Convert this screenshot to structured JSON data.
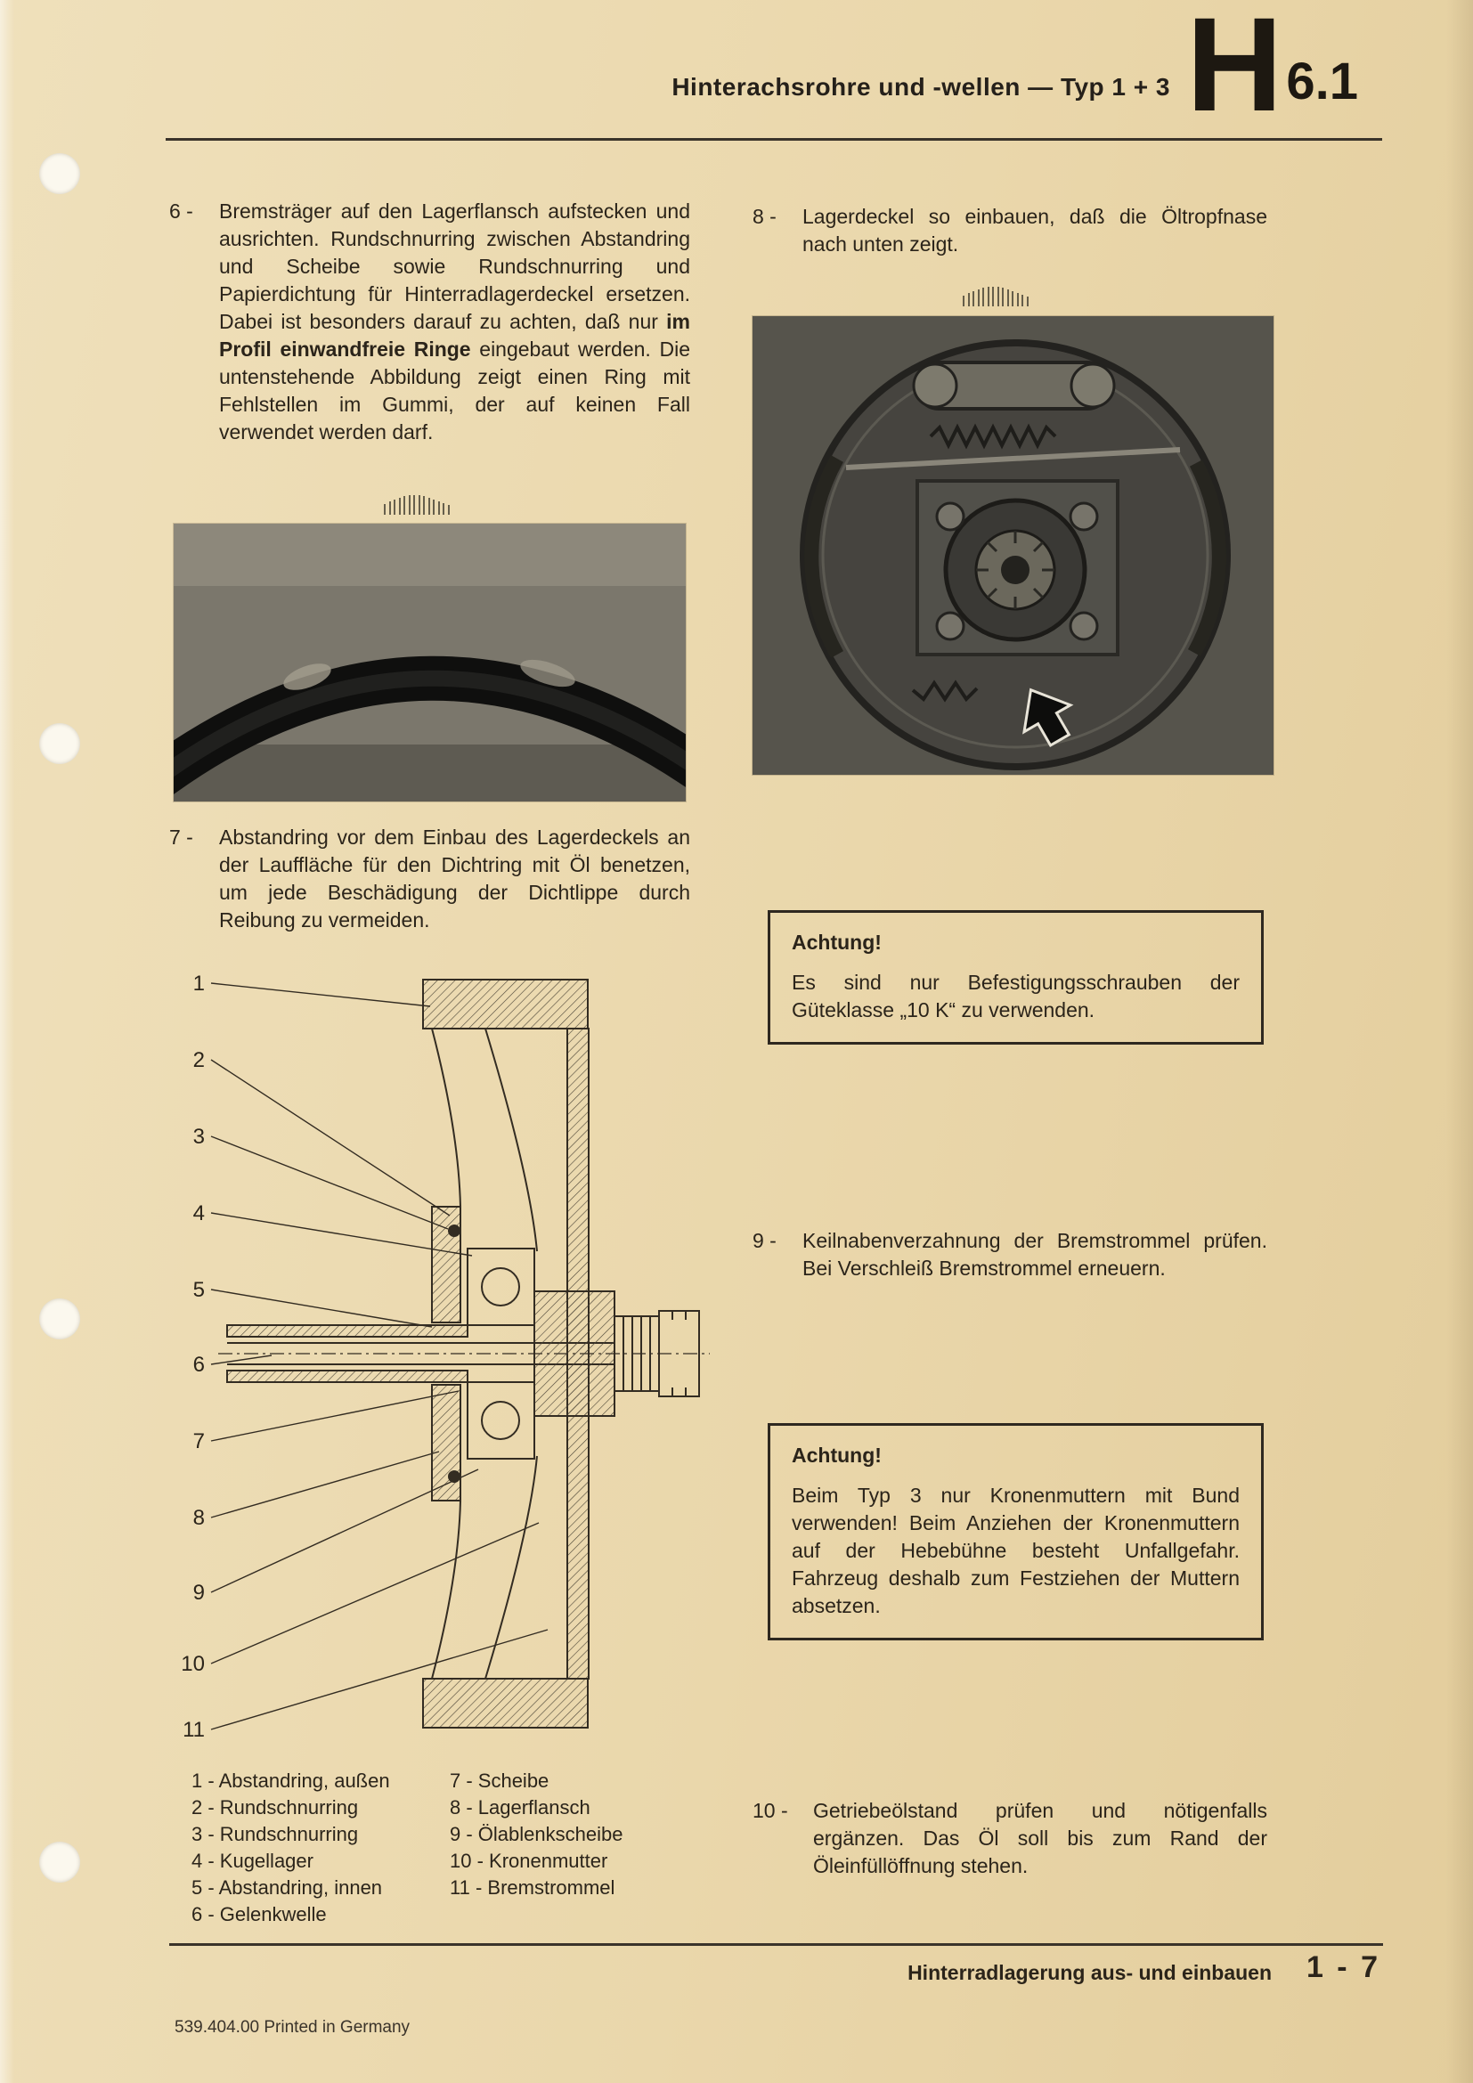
{
  "header": {
    "title": "Hinterachsrohre und -wellen — Typ 1 + 3",
    "code_letter": "H",
    "code_number": "6.1"
  },
  "left": {
    "item6": {
      "label": "6 -",
      "text_before": "Bremsträger auf den Lagerflansch aufstecken und ausrichten. Rundschnurring zwischen Abstandring und Scheibe sowie Rundschnurring und Papierdichtung für Hinterradlagerdeckel ersetzen. Dabei ist besonders darauf zu achten, daß nur ",
      "text_bold": "im Profil einwandfreie Ringe",
      "text_after": " eingebaut werden. Die untenstehende Abbildung zeigt einen Ring mit Fehlstellen im Gummi, der auf keinen Fall verwendet werden darf."
    },
    "item7": {
      "label": "7 -",
      "text": "Abstandring vor dem Einbau des Lagerdeckels an der Lauffläche für den Dichtring mit Öl benetzen, um jede Beschädigung der Dichtlippe durch Reibung zu vermeiden."
    }
  },
  "right": {
    "item8": {
      "label": "8 -",
      "text": "Lagerdeckel so einbauen, daß die Öltropfnase nach unten zeigt."
    },
    "note1": {
      "title": "Achtung!",
      "text": "Es sind nur Befestigungsschrauben der Güteklasse „10 K“ zu verwenden."
    },
    "item9": {
      "label": "9 -",
      "text": "Keilnabenverzahnung der Bremstrommel prüfen. Bei Verschleiß Bremstrommel erneuern."
    },
    "note2": {
      "title": "Achtung!",
      "text": "Beim Typ 3 nur Kronenmuttern mit Bund verwenden! Beim Anziehen der Kronenmuttern auf der Hebebühne besteht Unfallgefahr. Fahrzeug deshalb zum Festziehen der Muttern absetzen."
    },
    "item10": {
      "label": "10 -",
      "text": "Getriebeölstand prüfen und nötigenfalls ergänzen. Das Öl soll bis zum Rand der Öleinfüllöffnung stehen."
    }
  },
  "diagram": {
    "callouts": [
      "1",
      "2",
      "3",
      "4",
      "5",
      "6",
      "7",
      "8",
      "9",
      "10",
      "11"
    ]
  },
  "legend": {
    "col1": [
      "1 - Abstandring, außen",
      "2 - Rundschnurring",
      "3 - Rundschnurring",
      "4 - Kugellager",
      "5 - Abstandring, innen",
      "6 - Gelenkwelle"
    ],
    "col2": [
      "7 - Scheibe",
      "8 - Lagerflansch",
      "9 - Ölablenkscheibe",
      "10 - Kronenmutter",
      "11 - Bremstrommel"
    ]
  },
  "footer": {
    "caption": "Hinterradlagerung aus- und einbauen",
    "page": "1 - 7",
    "imprint": "539.404.00  Printed in Germany"
  },
  "colors": {
    "paper": "#ead7ab",
    "ink": "#2b241a"
  }
}
